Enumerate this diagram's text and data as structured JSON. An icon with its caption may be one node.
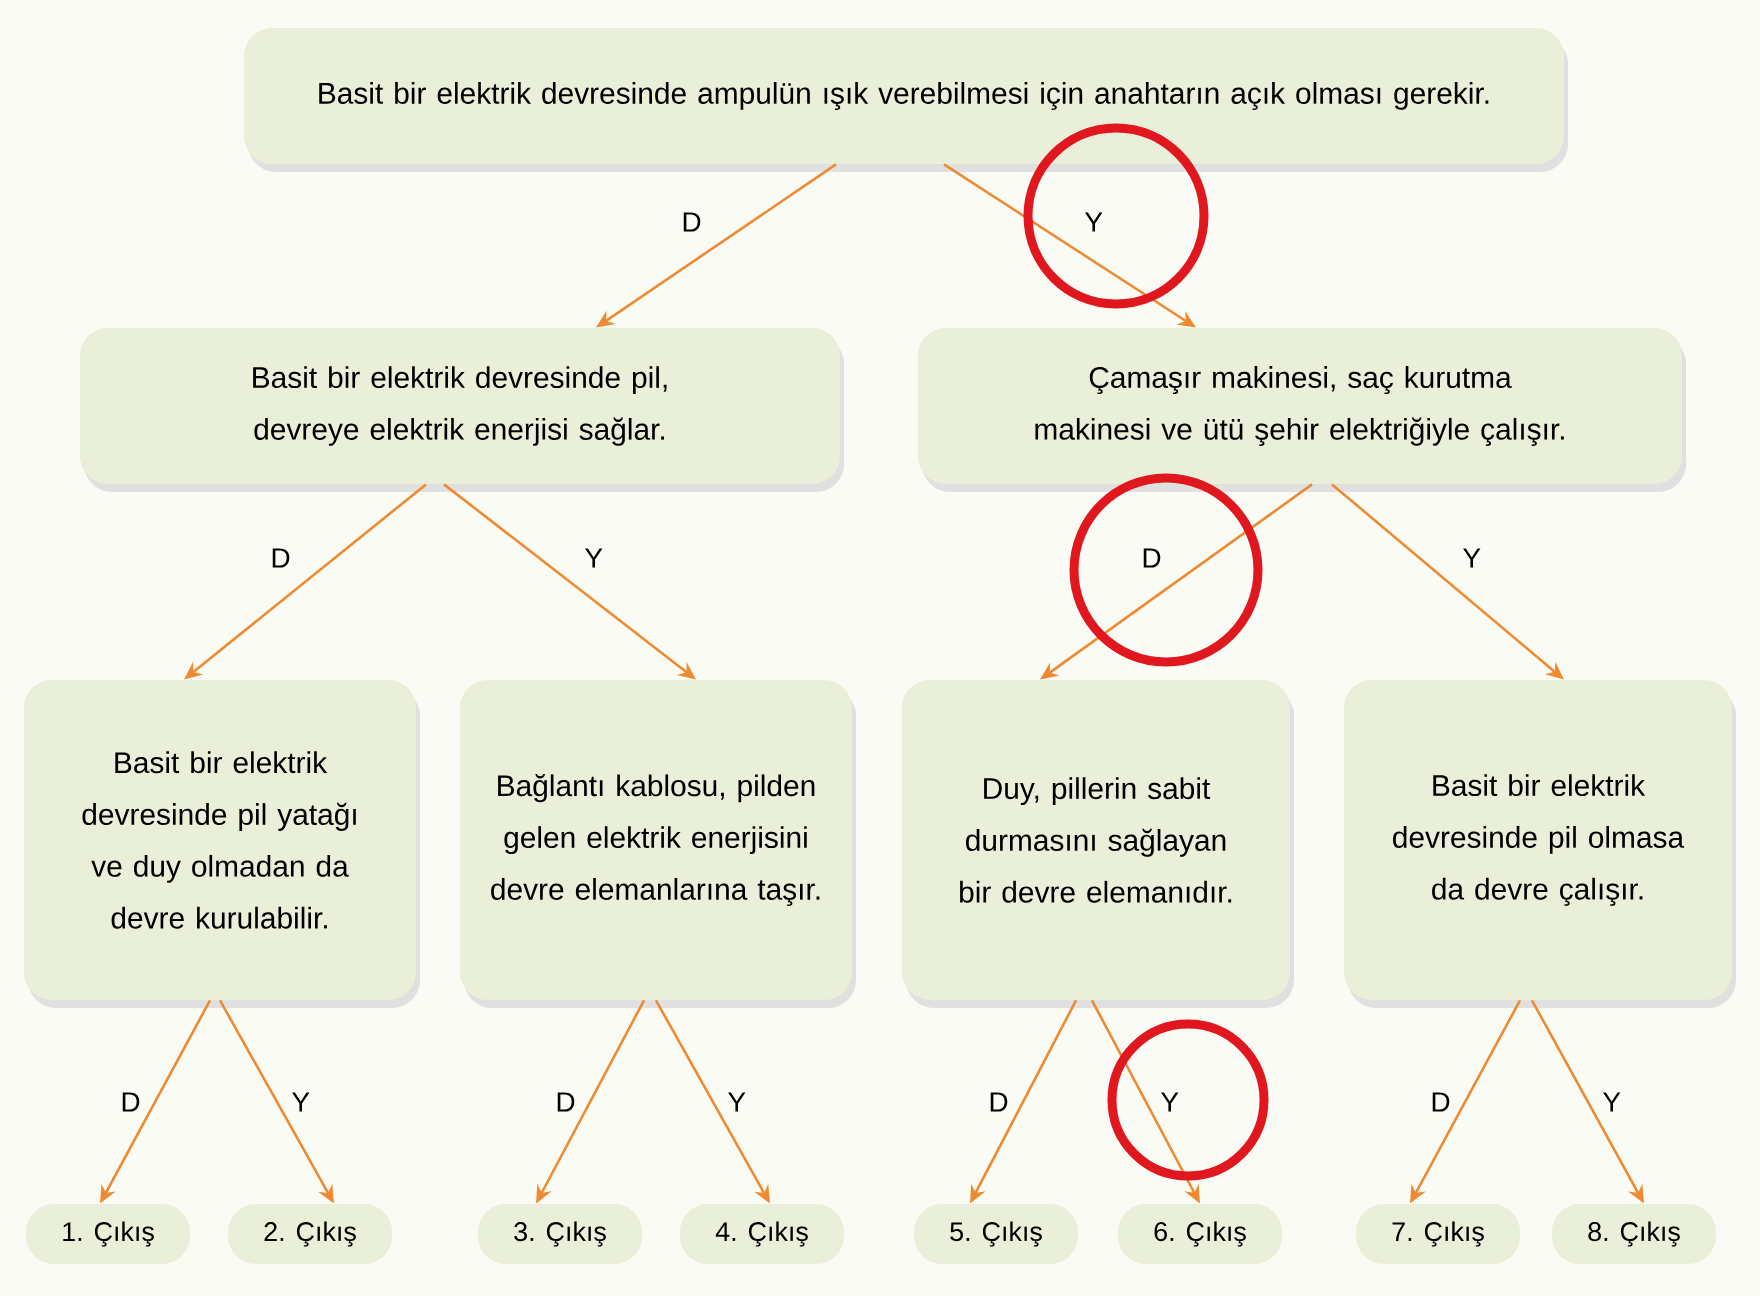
{
  "diagram": {
    "nodes": [
      {
        "text": [
          "Basit bir elektrik devresinde ampulün ışık verebilmesi için anahtarın açık olması gerekir."
        ]
      },
      {
        "text": [
          "Basit bir elektrik devresinde pil, devreye elektrik enerjisi sağlar."
        ]
      },
      {
        "text": [
          "Çamaşır makinesi, saç kurutma makinesi ve ütü şehir elektriğiyle çalışır."
        ]
      },
      {
        "text": [
          "Basit bir elektrik devresinde pil yatağı ve duy olmadan da devre kurulabilir."
        ]
      },
      {
        "text": [
          "Bağlantı kablosu, pilden gelen elektrik enerjisini devre elemanlarına taşır."
        ]
      },
      {
        "text": [
          "Duy, pillerin sabit durmasını sağlayan bir devre elemanıdır."
        ]
      },
      {
        "text": [
          "Basit bir elektrik devresinde pil olmasa da devre çalışır."
        ]
      },
      {
        "text": [
          "1. Çıkış"
        ]
      },
      {
        "text": [
          "2. Çıkış"
        ]
      },
      {
        "text": [
          "3. Çıkış"
        ]
      },
      {
        "text": [
          "4. Çıkış"
        ]
      },
      {
        "text": [
          "5. Çıkış"
        ]
      },
      {
        "text": [
          "6. Çıkış"
        ]
      },
      {
        "text": [
          "7. Çıkış"
        ]
      },
      {
        "text": [
          "8. Çıkış"
        ]
      }
    ],
    "edges": [
      {
        "from": 0,
        "to": 1,
        "arrow": "to",
        "label": "D"
      },
      {
        "from": 0,
        "to": 2,
        "arrow": "to",
        "label": "Y"
      },
      {
        "from": 1,
        "to": 3,
        "arrow": "to",
        "label": "D"
      },
      {
        "from": 1,
        "to": 4,
        "arrow": "to",
        "label": "Y"
      },
      {
        "from": 2,
        "to": 5,
        "arrow": "to",
        "label": "D"
      },
      {
        "from": 2,
        "to": 6,
        "arrow": "to",
        "label": "Y"
      },
      {
        "from": 3,
        "to": 7,
        "arrow": "to",
        "label": "D"
      },
      {
        "from": 3,
        "to": 8,
        "arrow": "to",
        "label": "Y"
      },
      {
        "from": 4,
        "to": 9,
        "arrow": "to",
        "label": "D"
      },
      {
        "from": 4,
        "to": 10,
        "arrow": "to",
        "label": "Y"
      },
      {
        "from": 5,
        "to": 11,
        "arrow": "to",
        "label": "D"
      },
      {
        "from": 5,
        "to": 12,
        "arrow": "to",
        "label": "Y"
      },
      {
        "from": 6,
        "to": 13,
        "arrow": "to",
        "label": "D"
      },
      {
        "from": 6,
        "to": 14,
        "arrow": "to",
        "label": "Y"
      }
    ]
  }
}
